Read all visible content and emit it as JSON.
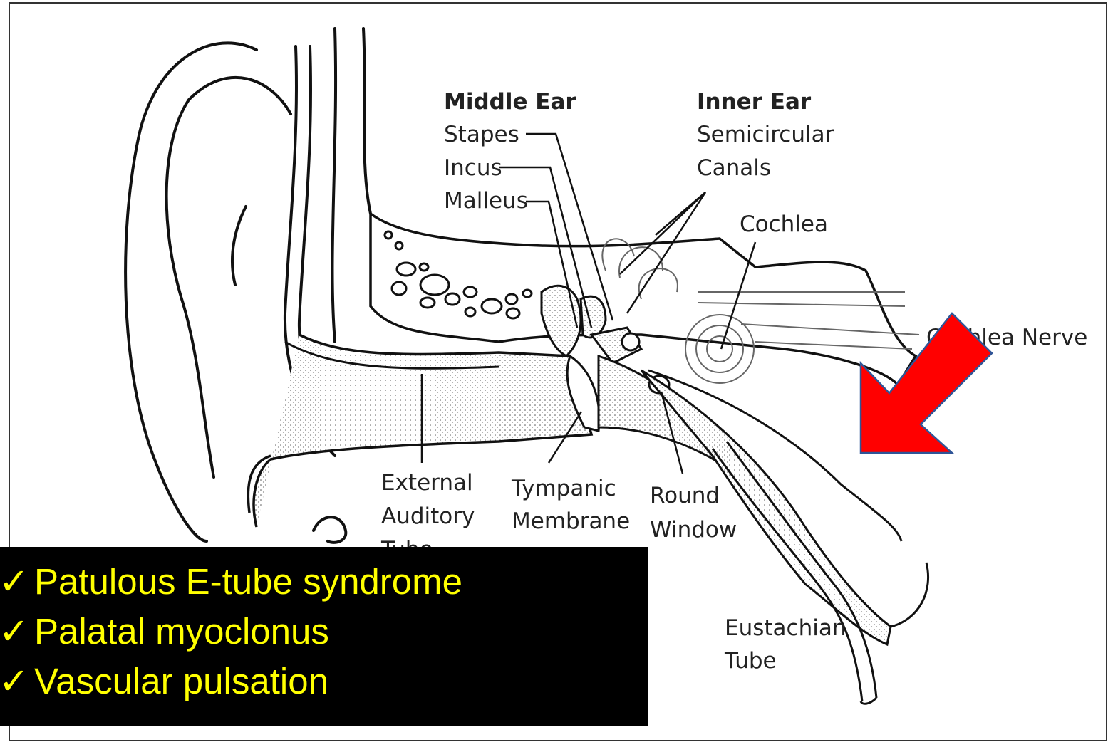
{
  "diagram": {
    "labels": {
      "middle_ear": "Middle Ear",
      "stapes": "Stapes",
      "incus": "Incus",
      "malleus": "Malleus",
      "inner_ear": "Inner Ear",
      "semicircular": "Semicircular",
      "canals": "Canals",
      "cochlea": "Cochlea",
      "cochlea_nerve": "Cochlea Nerve",
      "external_1": "External",
      "external_2": "Auditory",
      "external_3": "Tube",
      "tympanic_1": "Tympanic",
      "tympanic_2": "Membrane",
      "round_1": "Round",
      "round_2": "Window",
      "eustachian_1": "Eustachian",
      "eustachian_2": "Tube"
    },
    "arrow_color": "#ff0000",
    "arrow_outline": "#2f5597"
  },
  "callout": {
    "items": [
      {
        "check": "✓",
        "text": "Patulous E-tube syndrome"
      },
      {
        "check": "✓",
        "text": "Palatal myoclonus"
      },
      {
        "check": "✓",
        "text": "Vascular pulsation"
      }
    ],
    "text_color": "#ffff00",
    "background": "#000000"
  }
}
